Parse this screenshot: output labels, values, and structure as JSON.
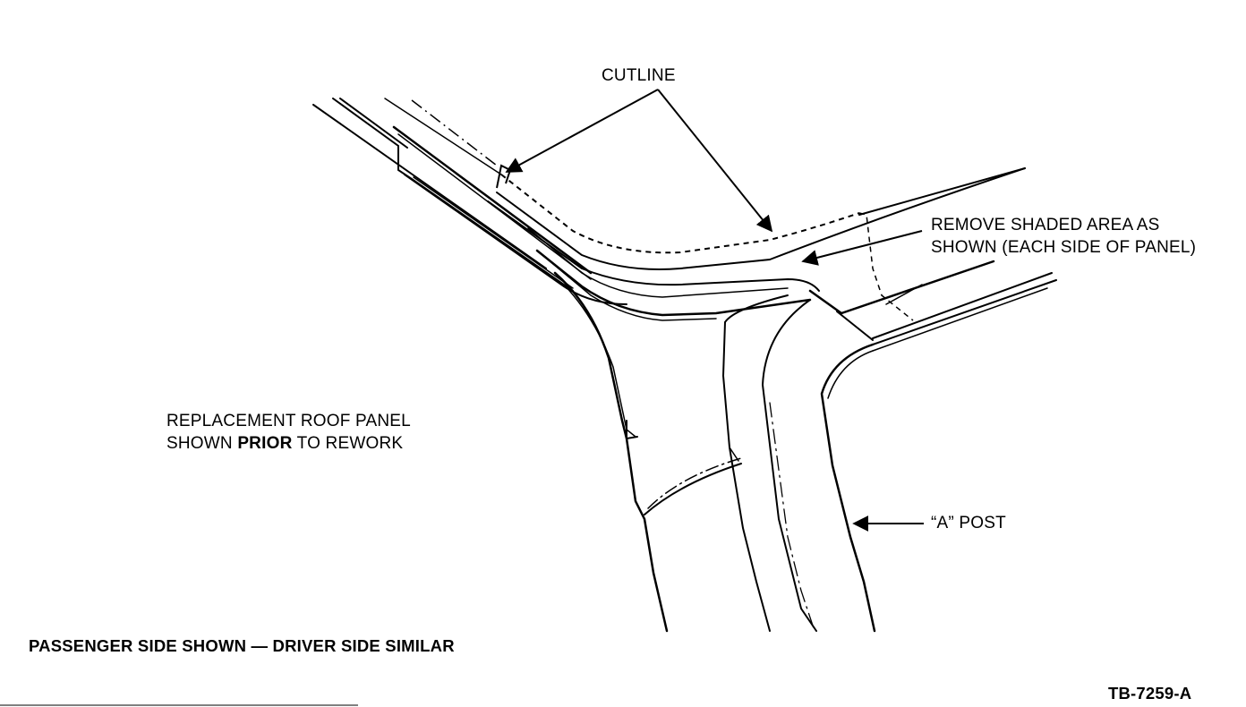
{
  "labels": {
    "cutline": "CUTLINE",
    "remove_line1": "REMOVE SHADED AREA AS",
    "remove_line2": "SHOWN (EACH SIDE OF PANEL)",
    "replacement_line1": "REPLACEMENT ROOF PANEL",
    "replacement_line2_pre": "SHOWN ",
    "replacement_line2_bold": "PRIOR",
    "replacement_line2_post": " TO REWORK",
    "a_post": "“A” POST",
    "passenger_side": "PASSENGER SIDE SHOWN — DRIVER SIDE SIMILAR",
    "figure_id": "TB-7259-A"
  },
  "colors": {
    "ink": "#000000",
    "paper": "#ffffff"
  }
}
